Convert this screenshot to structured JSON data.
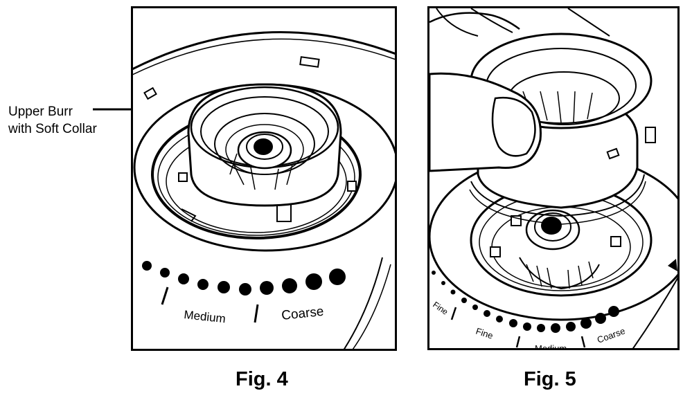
{
  "callout": {
    "line1": "Upper Burr",
    "line2": "with Soft Collar"
  },
  "fig4": {
    "caption": "Fig. 4",
    "labels": {
      "medium": "Medium",
      "coarse": "Coarse"
    }
  },
  "fig5": {
    "caption": "Fig. 5",
    "labels": {
      "fine_top": "Fine",
      "fine": "Fine",
      "medium": "Medium",
      "coarse": "Coarse"
    }
  },
  "colors": {
    "line": "#000000",
    "background": "#ffffff"
  }
}
